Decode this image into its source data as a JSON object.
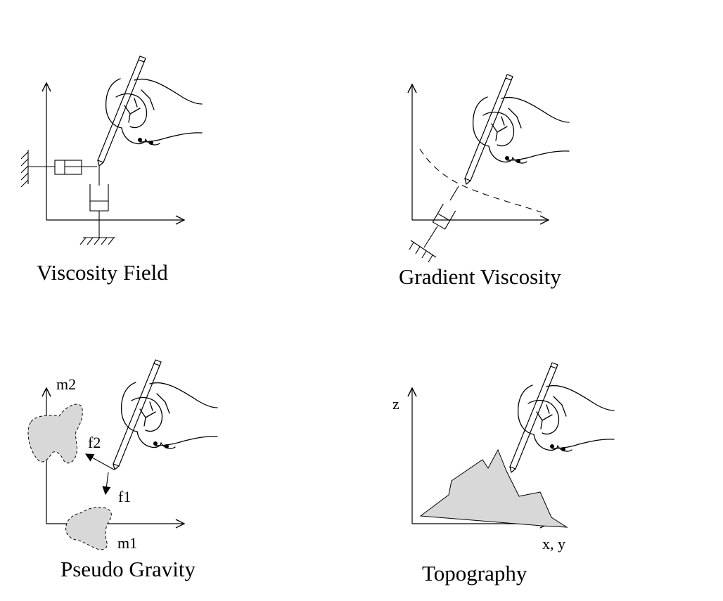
{
  "panels": {
    "viscosity_field": {
      "caption": "Viscosity Field"
    },
    "gradient_viscosity": {
      "caption": "Gradient Viscosity"
    },
    "pseudo_gravity": {
      "caption": "Pseudo Gravity",
      "labels": {
        "m2": "m2",
        "f2": "f2",
        "f1": "f1",
        "m1": "m1"
      }
    },
    "topography": {
      "caption": "Topography",
      "labels": {
        "z": "z",
        "xy": "x, y"
      }
    }
  },
  "icons": [
    "hand-with-pen-icon",
    "damper-icon",
    "ground-hatch-icon",
    "mass-blob-icon",
    "arrow-icon"
  ]
}
